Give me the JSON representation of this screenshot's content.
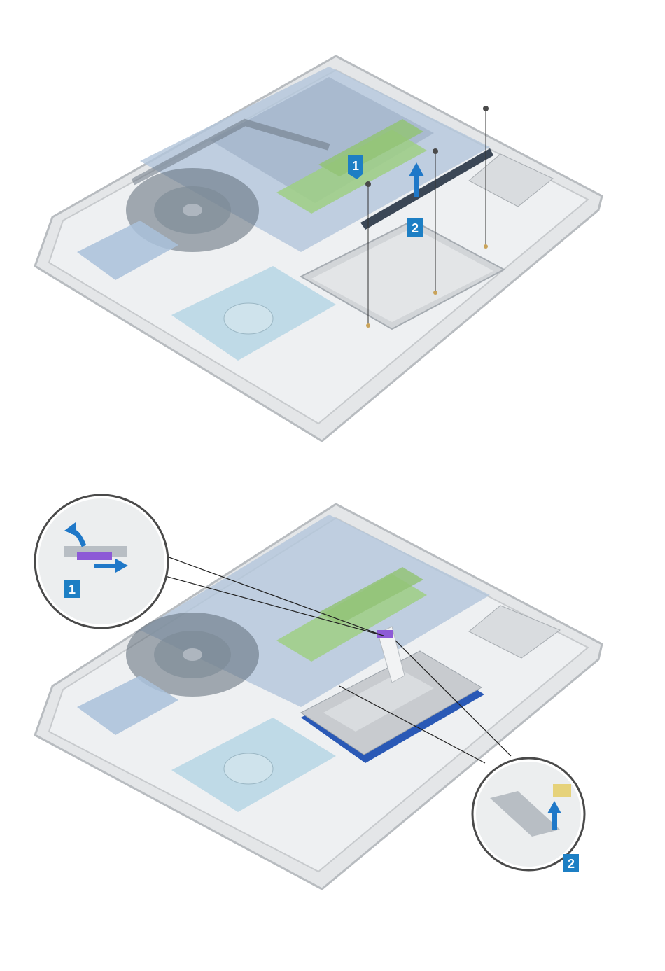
{
  "figure_top": {
    "callouts": [
      {
        "label": "1"
      },
      {
        "label": "2"
      }
    ]
  },
  "figure_bottom": {
    "callouts": [
      {
        "label": "1"
      },
      {
        "label": "2"
      }
    ]
  },
  "colors": {
    "callout_fill": "#1d7fc4",
    "arrow_fill": "#1f78c8",
    "chassis": "#d5d7d9",
    "board": "#9fb7d2",
    "touchpad_edge": "#2a59b6",
    "bracket": "#3b4756",
    "ribbon_connector": "#8d5ad6"
  }
}
